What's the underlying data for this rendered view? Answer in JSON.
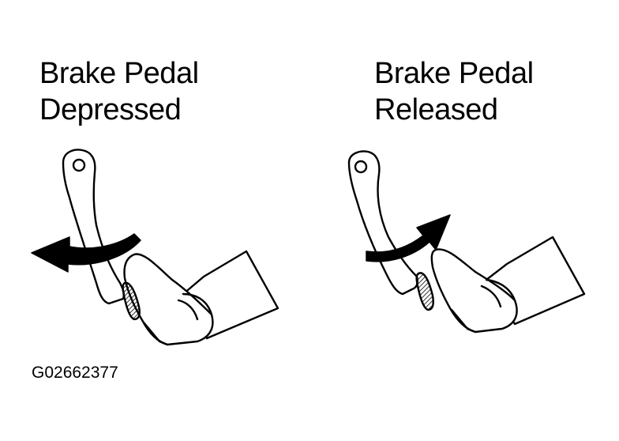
{
  "panels": {
    "depressed": {
      "line1": "Brake Pedal",
      "line2": "Depressed"
    },
    "released": {
      "line1": "Brake Pedal",
      "line2": "Released"
    }
  },
  "figure_code": "G02662377",
  "colors": {
    "ink": "#000000",
    "paper": "#ffffff"
  }
}
